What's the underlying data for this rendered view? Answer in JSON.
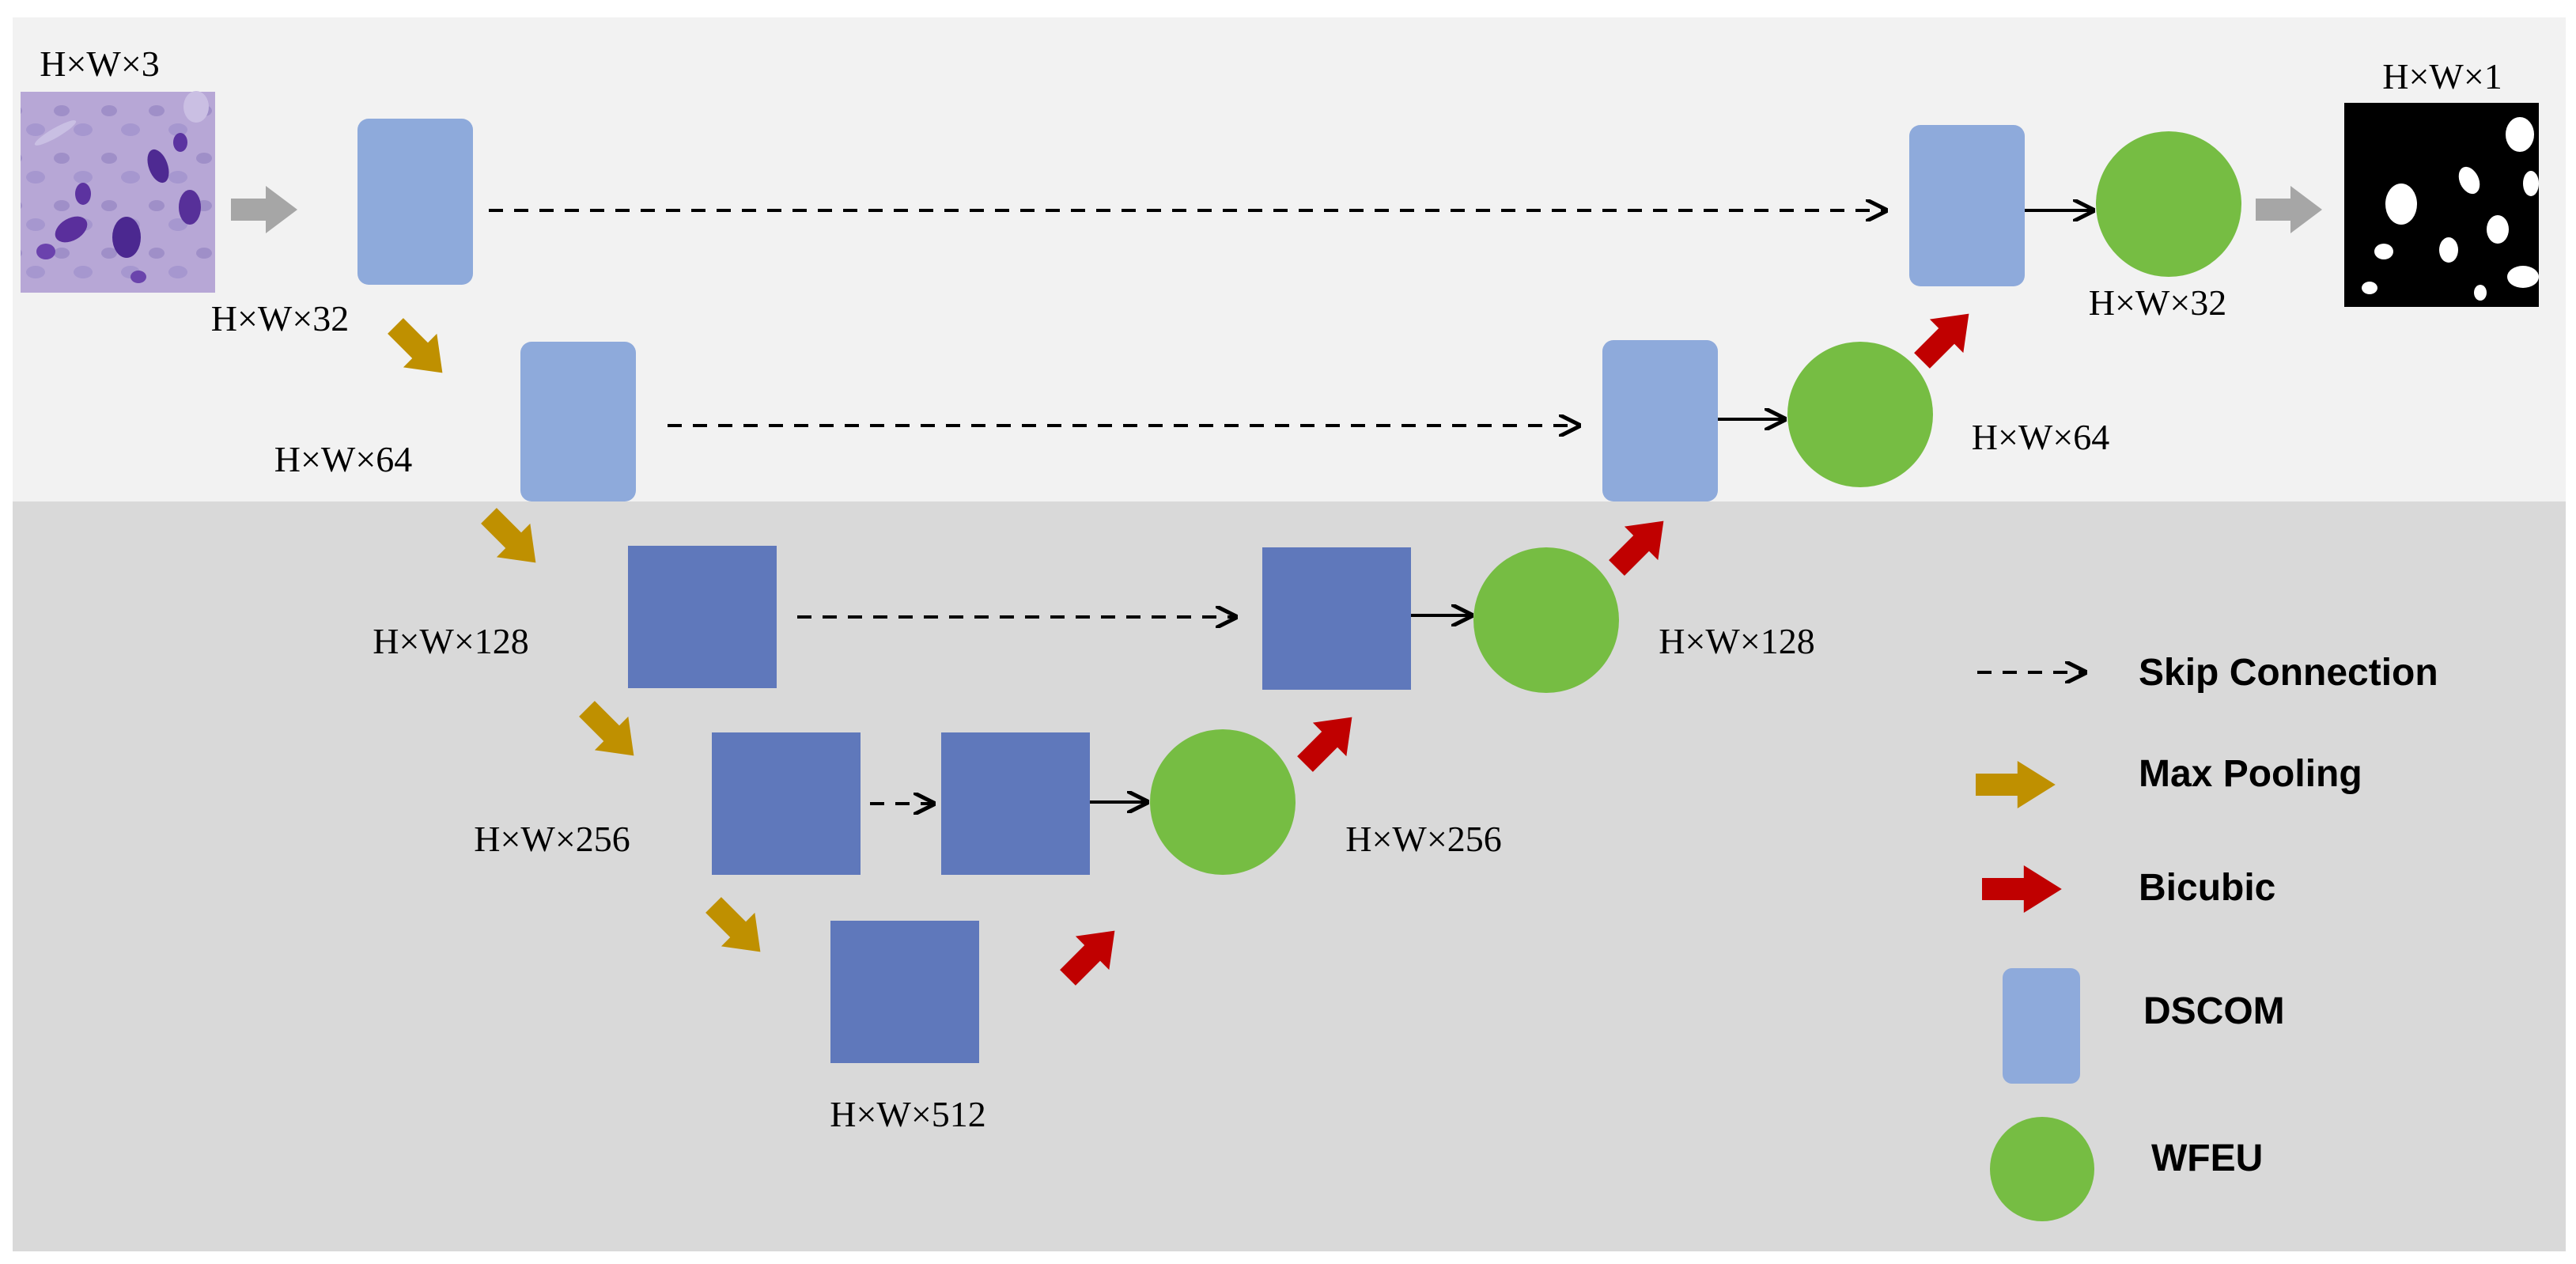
{
  "labels": {
    "input_dim": "H×W×3",
    "output_dim": "H×W×1",
    "enc1_dim": "H×W×32",
    "enc2_dim": "H×W×64",
    "enc3_dim": "H×W×128",
    "enc4_dim": "H×W×256",
    "bottleneck_dim": "H×W×512",
    "dec4_dim": "H×W×256",
    "dec3_dim": "H×W×128",
    "dec2_dim": "H×W×64",
    "dec1_dim": "H×W×32"
  },
  "legend": {
    "skip": "Skip Connection",
    "maxpool": "Max Pooling",
    "bicubic": "Bicubic",
    "dscom": "DSCOM",
    "wfeu": "WFEU"
  },
  "colors": {
    "top_band": "#f2f2f2",
    "bottom_band": "#d9d9d9",
    "dscom_block": "#8eaadb",
    "deep_block": "#5f78bb",
    "wfeu": "#76bd43",
    "maxpool_arrow": "#bf9000",
    "bicubic_arrow": "#c00000",
    "input_output_arrow": "#a6a6a6",
    "skip_arrow": "#000000"
  }
}
